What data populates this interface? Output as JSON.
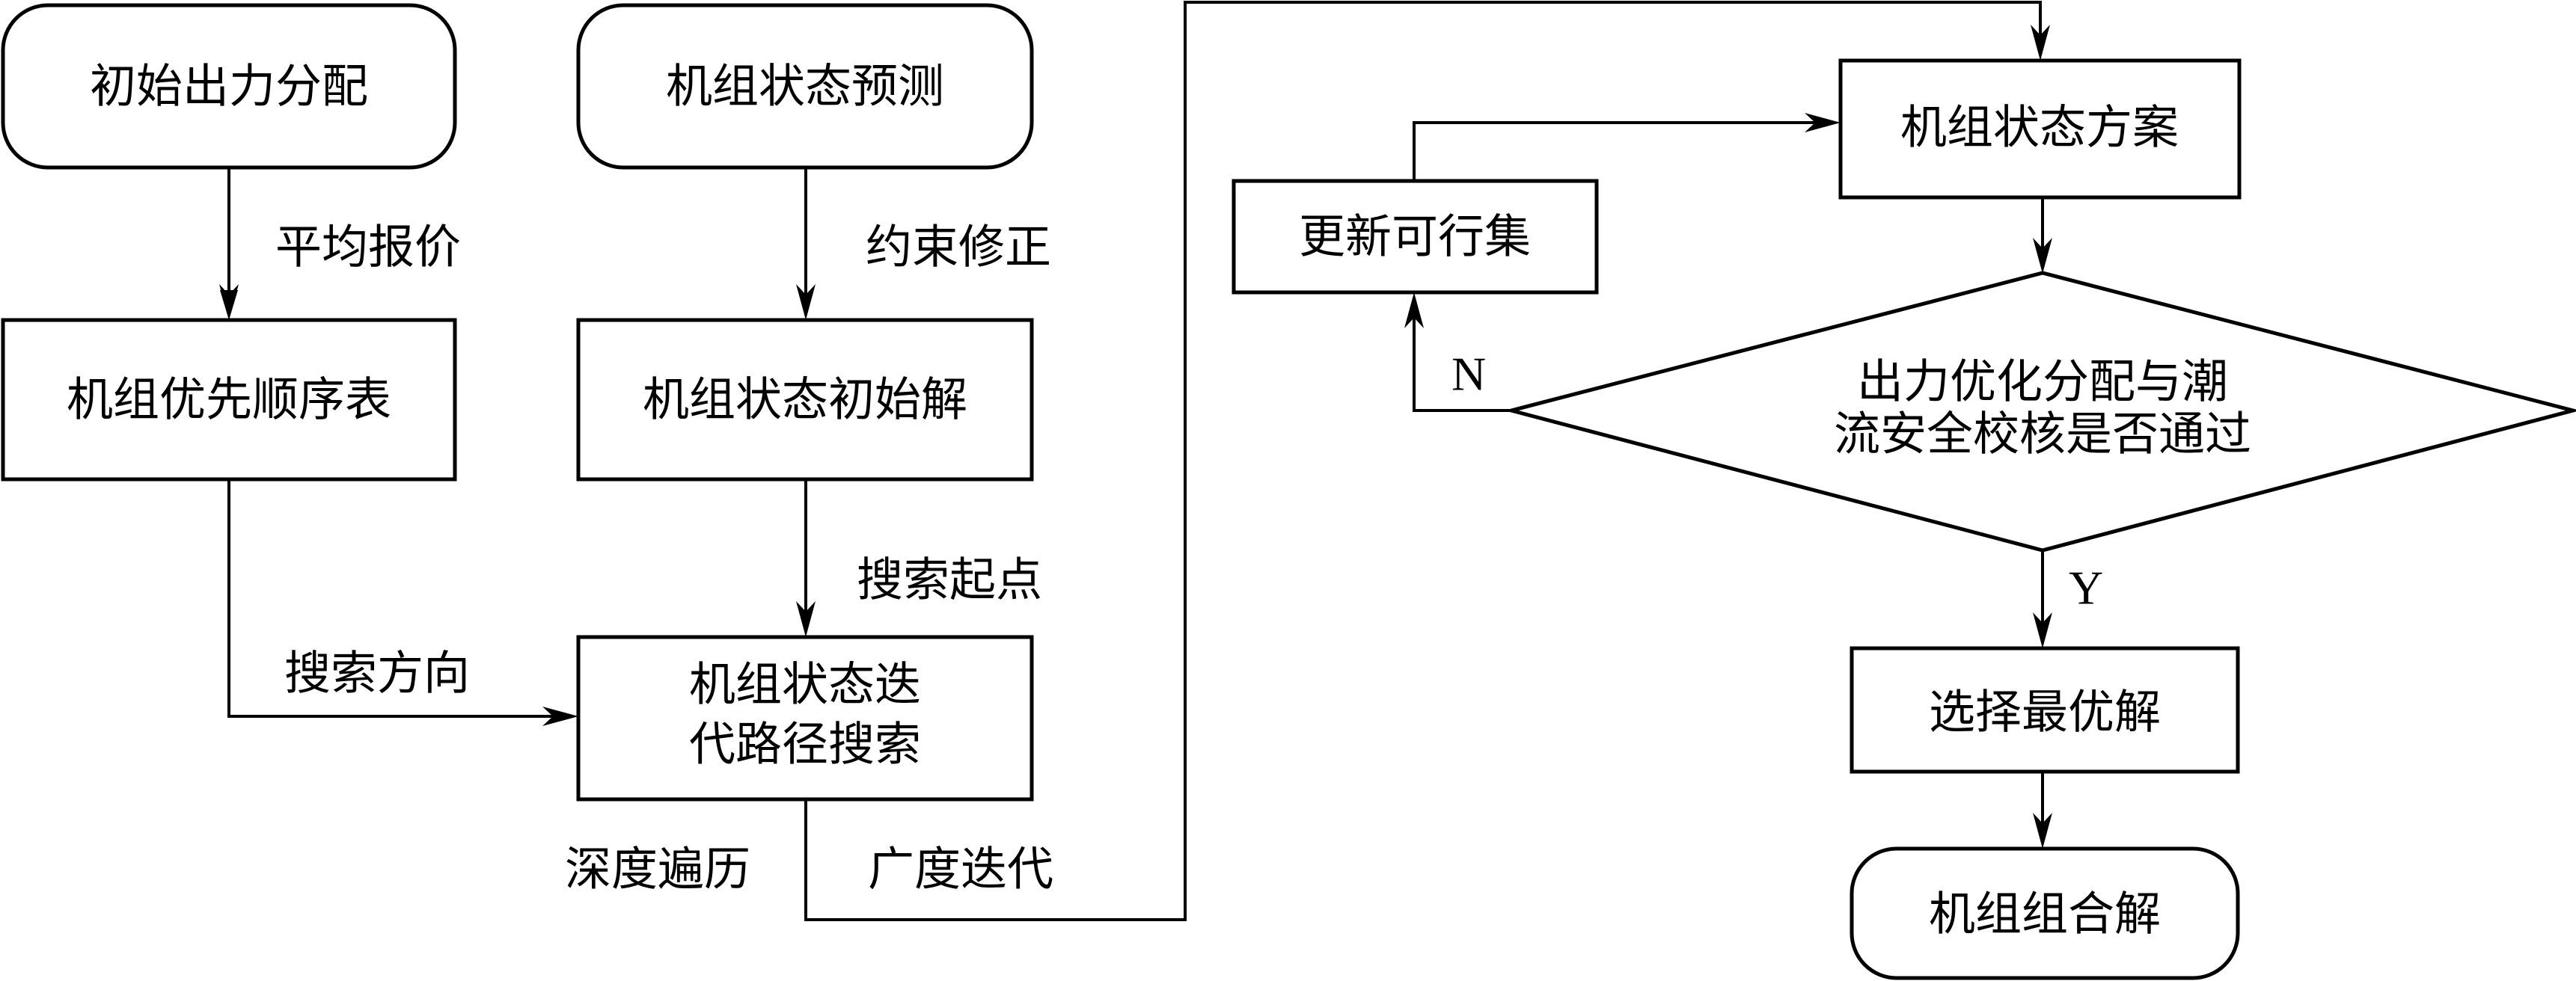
{
  "diagram": {
    "nodes": {
      "initial_output": "初始出力分配",
      "unit_state_forecast": "机组状态预测",
      "priority_table": "机组优先顺序表",
      "state_initial_solution": "机组状态初始解",
      "iterative_search_line1": "机组状态迭",
      "iterative_search_line2": "代路径搜索",
      "state_scheme": "机组状态方案",
      "update_feasible_set": "更新可行集",
      "decision_line1": "出力优化分配与潮",
      "decision_line2": "流安全校核是否通过",
      "select_optimal": "选择最优解",
      "uc_solution": "机组组合解"
    },
    "edges": {
      "average_bid": "平均报价",
      "constraint_correction": "约束修正",
      "search_start": "搜索起点",
      "search_direction": "搜索方向",
      "depth_traversal": "深度遍历",
      "breadth_iteration": "广度迭代",
      "no": "N",
      "yes": "Y"
    }
  }
}
